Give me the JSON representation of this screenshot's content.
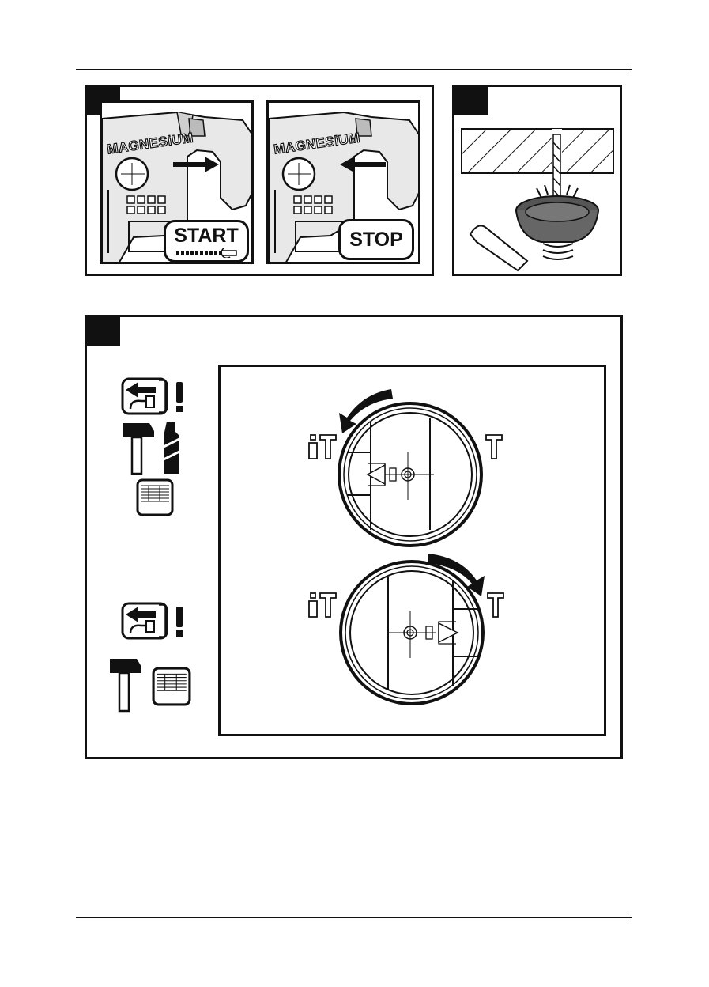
{
  "panel_start_stop": {
    "start_label": "START",
    "stop_label": "STOP",
    "brand_text": "MAGNESiUM"
  },
  "colors": {
    "ink": "#111111",
    "background": "#ffffff"
  },
  "icons": [
    "arrow-right-icon",
    "arrow-left-icon",
    "drill-bit-icon",
    "dust-cup-icon",
    "unplug-warning-icon",
    "hammer-icon",
    "drill-bit-symbol-icon",
    "masonry-icon",
    "rotate-counterclockwise-icon",
    "rotate-clockwise-icon",
    "hammer-drill-mode-icon",
    "chisel-mode-icon"
  ]
}
